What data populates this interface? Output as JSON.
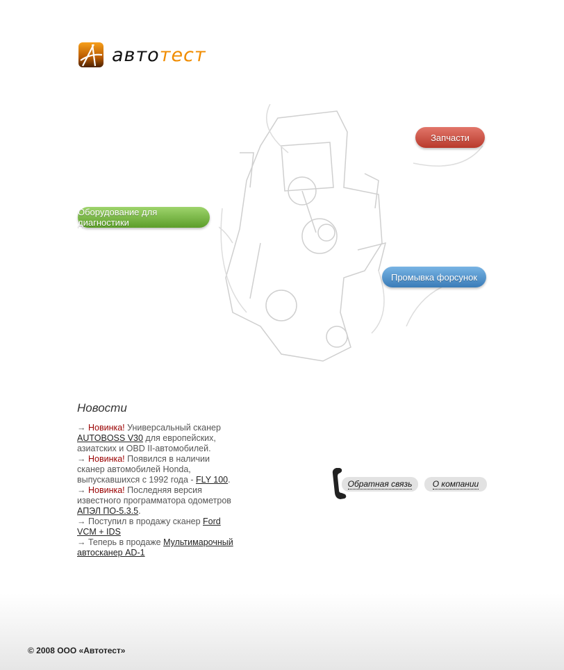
{
  "logo": {
    "part1": "авто",
    "part2": "тест"
  },
  "nav": {
    "parts": "Запчасти",
    "diagnostics": "Оборудование для диагностики",
    "injectors": "Промывка форсунок"
  },
  "colors": {
    "brand": "#f08c00",
    "news_label": "#990000"
  },
  "news": {
    "title": "Новости",
    "items": [
      {
        "arrow": "→ ",
        "label": "Новинка!",
        "before": " Универсальный сканер ",
        "link": "AUTOBOSS V30",
        "after": " для европейских, азиатских и OBD II-автомобилей."
      },
      {
        "arrow": "→ ",
        "label": "Новинка!",
        "before": " Появился в наличии сканер автомобилей Honda, выпускавшихся с 1992 года - ",
        "link": "FLY 100",
        "after": "."
      },
      {
        "arrow": "→ ",
        "label": "Новинка!",
        "before": " Последняя версия известного программатора одометров ",
        "link": "АПЭЛ ПО-5.3.5",
        "after": "."
      },
      {
        "arrow": "→ ",
        "label": "",
        "before": "Поступил в продажу сканер ",
        "link": "Ford VCM + IDS",
        "after": ""
      },
      {
        "arrow": "→ ",
        "label": "",
        "before": "Теперь в продаже ",
        "link": "Мультимарочный автосканер AD-1",
        "after": ""
      }
    ]
  },
  "buttons": {
    "feedback": "Обратная связь",
    "about": "О компании"
  },
  "footer": {
    "copyright": "© 2008 ООО «Автотест»"
  }
}
